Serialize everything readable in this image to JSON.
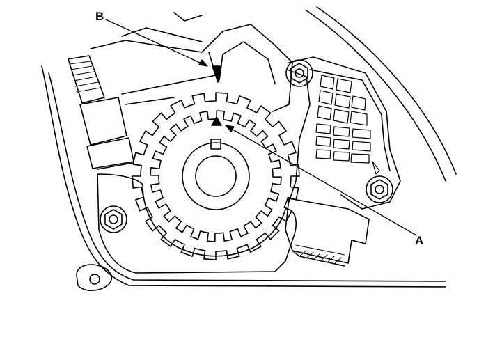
{
  "callouts": {
    "a": "A",
    "b": "B"
  },
  "colors": {
    "ink": "#000000",
    "paper": "#ffffff"
  },
  "sprocket": {
    "teeth": 24
  },
  "timing_ring": {
    "teeth": 22
  }
}
